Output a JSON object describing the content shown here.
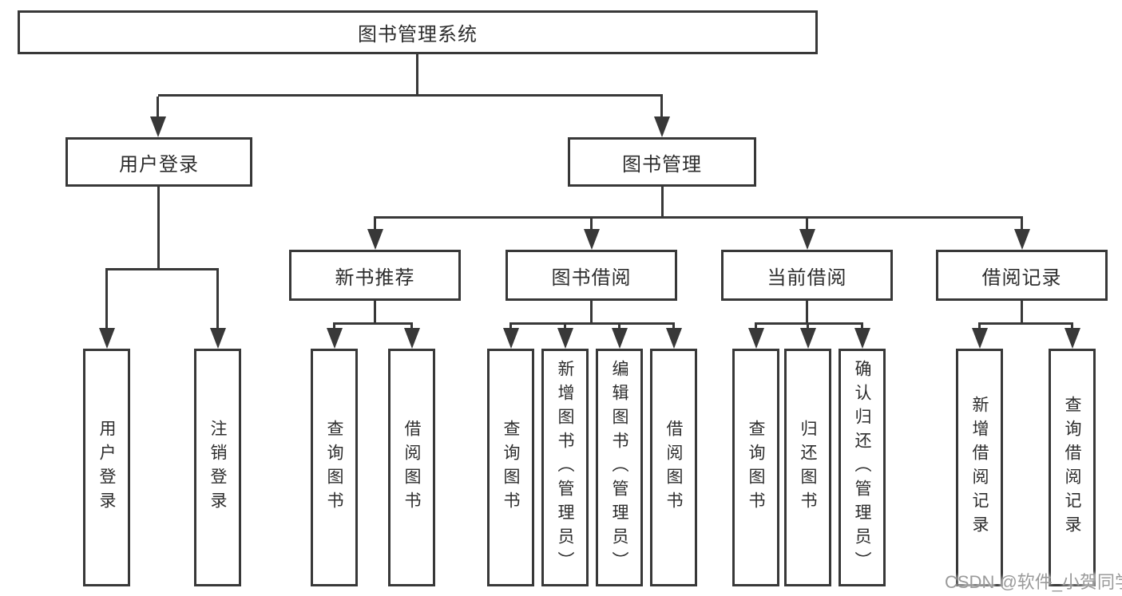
{
  "title": "图书管理系统",
  "level2": {
    "user_login": "用户登录",
    "book_management": "图书管理"
  },
  "level3": {
    "new_book_recommend": "新书推荐",
    "book_borrow": "图书借阅",
    "current_borrow": "当前借阅",
    "borrow_records": "借阅记录"
  },
  "leaves": {
    "user_login": [
      "用户登录",
      "注销登录"
    ],
    "new_book_recommend": [
      "查询图书",
      "借阅图书"
    ],
    "book_borrow": [
      "查询图书",
      "新增图书（管理员）",
      "编辑图书（管理员）",
      "借阅图书"
    ],
    "current_borrow": [
      "查询图书",
      "归还图书",
      "确认归还（管理员）"
    ],
    "borrow_records": [
      "新增借阅记录",
      "查询借阅记录"
    ]
  },
  "watermark": "CSDN @软件_小贺同学",
  "colors": {
    "stroke": "#383838",
    "text": "#2d2d2d",
    "watermark": "#9a9a9a",
    "background": "#ffffff"
  }
}
